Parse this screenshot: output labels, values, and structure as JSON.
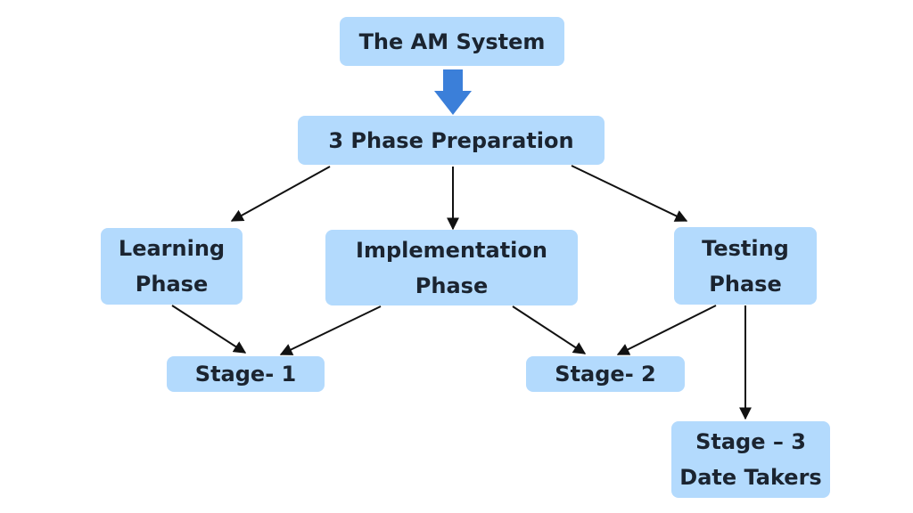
{
  "colors": {
    "node_fill": "#b3dafd",
    "text": "#1b2430",
    "primary_arrow": "#3b7fd9",
    "connector": "#111111"
  },
  "nodes": {
    "root": "The AM System",
    "prep": "3 Phase Preparation",
    "learning": "Learning\nPhase",
    "implementation": "Implementation\nPhase",
    "testing": "Testing\nPhase",
    "stage1": "Stage- 1",
    "stage2": "Stage- 2",
    "stage3": "Stage – 3\nDate Takers"
  },
  "edges": [
    {
      "from": "root",
      "to": "prep",
      "style": "block-arrow"
    },
    {
      "from": "prep",
      "to": "learning"
    },
    {
      "from": "prep",
      "to": "implementation"
    },
    {
      "from": "prep",
      "to": "testing"
    },
    {
      "from": "learning",
      "to": "stage1"
    },
    {
      "from": "implementation",
      "to": "stage1"
    },
    {
      "from": "implementation",
      "to": "stage2"
    },
    {
      "from": "testing",
      "to": "stage2"
    },
    {
      "from": "testing",
      "to": "stage3"
    }
  ]
}
